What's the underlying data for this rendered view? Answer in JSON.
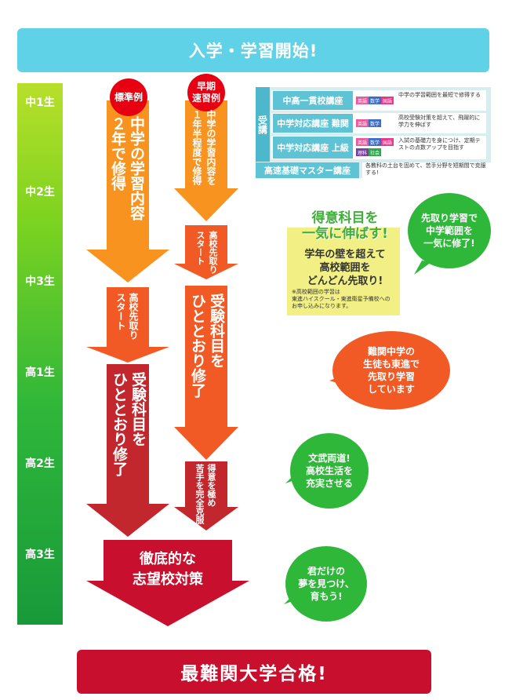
{
  "top_banner": "入学・学習開始!",
  "bottom_banner": "最難関大学合格!",
  "grades": [
    "中1生",
    "中2生",
    "中3生",
    "高1生",
    "高2生",
    "高3生"
  ],
  "tracks": {
    "standard": {
      "badge": "標準例",
      "arrow1": "中学の学習内容\n２年で修得",
      "arrow2": "高校先取り\nスタート",
      "arrow3": "受験科目を\nひととおり修了"
    },
    "fast": {
      "badge": "早期\n速習例",
      "arrow1": "中学の学習内容を\n１年半程度で修得",
      "arrow2": "高校先取り\nスタート",
      "arrow3": "受験科目を\nひととおり修了",
      "arrow4": "得意を極め\n苦手を完全克服"
    }
  },
  "final_block": {
    "line1": "徹底的な",
    "line2": "志望校対策"
  },
  "courses": {
    "side_label": "受講",
    "rows": [
      {
        "name": "中高一貫校講座",
        "tags": [
          "英語",
          "数学",
          "国語"
        ],
        "desc": "中学の学習範囲を最短で修得する"
      },
      {
        "name": "中学対応講座 難関",
        "tags": [
          "英語",
          "数学"
        ],
        "desc": "高校受験対策を超えて、飛躍的に学力を伸ばす"
      },
      {
        "name": "中学対応講座 上級",
        "tags": [
          "英語",
          "数学",
          "国語",
          "理科",
          "社会"
        ],
        "desc": "入試の基礎力を身につけ、定期テストの点数アップを目指す"
      }
    ],
    "master": {
      "name": "高速基礎マスター講座",
      "desc": "各教科の土台を固めて、苦手分野を短期間で克服する!"
    }
  },
  "callout": {
    "headline1": "得意科目を",
    "headline2": "一気に伸ばす!",
    "body": "学年の壁を超えて\n高校範囲を\nどんどん先取り!",
    "note": "※高校範囲の学習は\n東進ハイスクール・東進衛星予備校への\nお申し込みになります。"
  },
  "bubbles": [
    "先取り学習で\n中学範囲を\n一気に修了!",
    "難関中学の\n生徒も東進で\n先取り学習\nしています",
    "文武両道!\n高校生活を\n充実させる",
    "君だけの\n夢を見つけ、\n育もう!"
  ],
  "colors": {
    "cyan": "#5fd2e8",
    "red": "#c8102e",
    "orange": "#f7931e",
    "orange_red": "#f15a24",
    "dark_red": "#c1272d",
    "green": "#2fb73a",
    "yellow": "#f2f084"
  }
}
